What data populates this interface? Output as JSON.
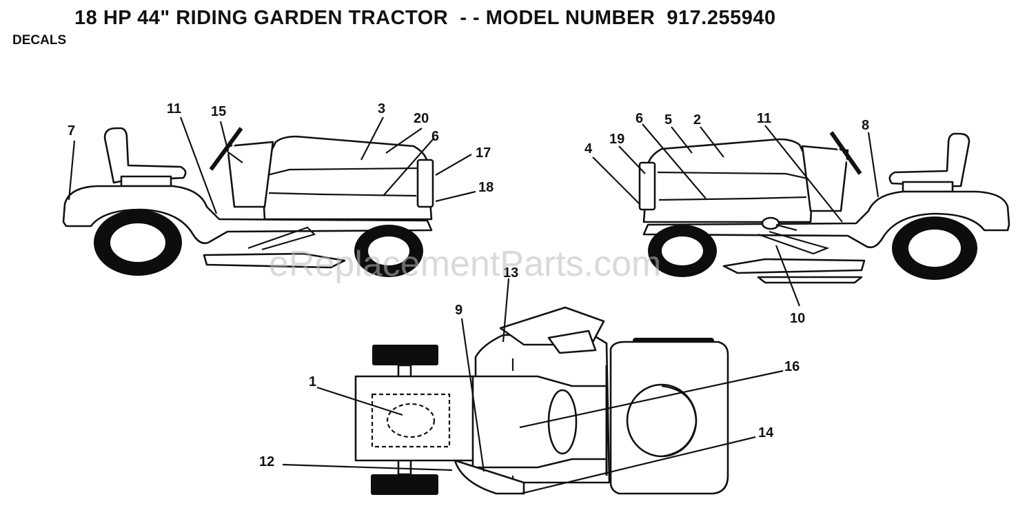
{
  "title": "18 HP 44\" RIDING GARDEN TRACTOR  - - MODEL NUMBER  917.255940",
  "subtitle": "DECALS",
  "watermark": "eReplacementParts.com",
  "callouts": [
    {
      "id": "c7",
      "label": "7"
    },
    {
      "id": "c11l",
      "label": "11"
    },
    {
      "id": "c15",
      "label": "15"
    },
    {
      "id": "c3",
      "label": "3"
    },
    {
      "id": "c20",
      "label": "20"
    },
    {
      "id": "c6l",
      "label": "6"
    },
    {
      "id": "c17",
      "label": "17"
    },
    {
      "id": "c18",
      "label": "18"
    },
    {
      "id": "c6r",
      "label": "6"
    },
    {
      "id": "c5",
      "label": "5"
    },
    {
      "id": "c2",
      "label": "2"
    },
    {
      "id": "c11r",
      "label": "11"
    },
    {
      "id": "c19",
      "label": "19"
    },
    {
      "id": "c4",
      "label": "4"
    },
    {
      "id": "c8",
      "label": "8"
    },
    {
      "id": "c10",
      "label": "10"
    },
    {
      "id": "c13",
      "label": "13"
    },
    {
      "id": "c9",
      "label": "9"
    },
    {
      "id": "c16",
      "label": "16"
    },
    {
      "id": "c1",
      "label": "1"
    },
    {
      "id": "c14",
      "label": "14"
    },
    {
      "id": "c12",
      "label": "12"
    }
  ]
}
